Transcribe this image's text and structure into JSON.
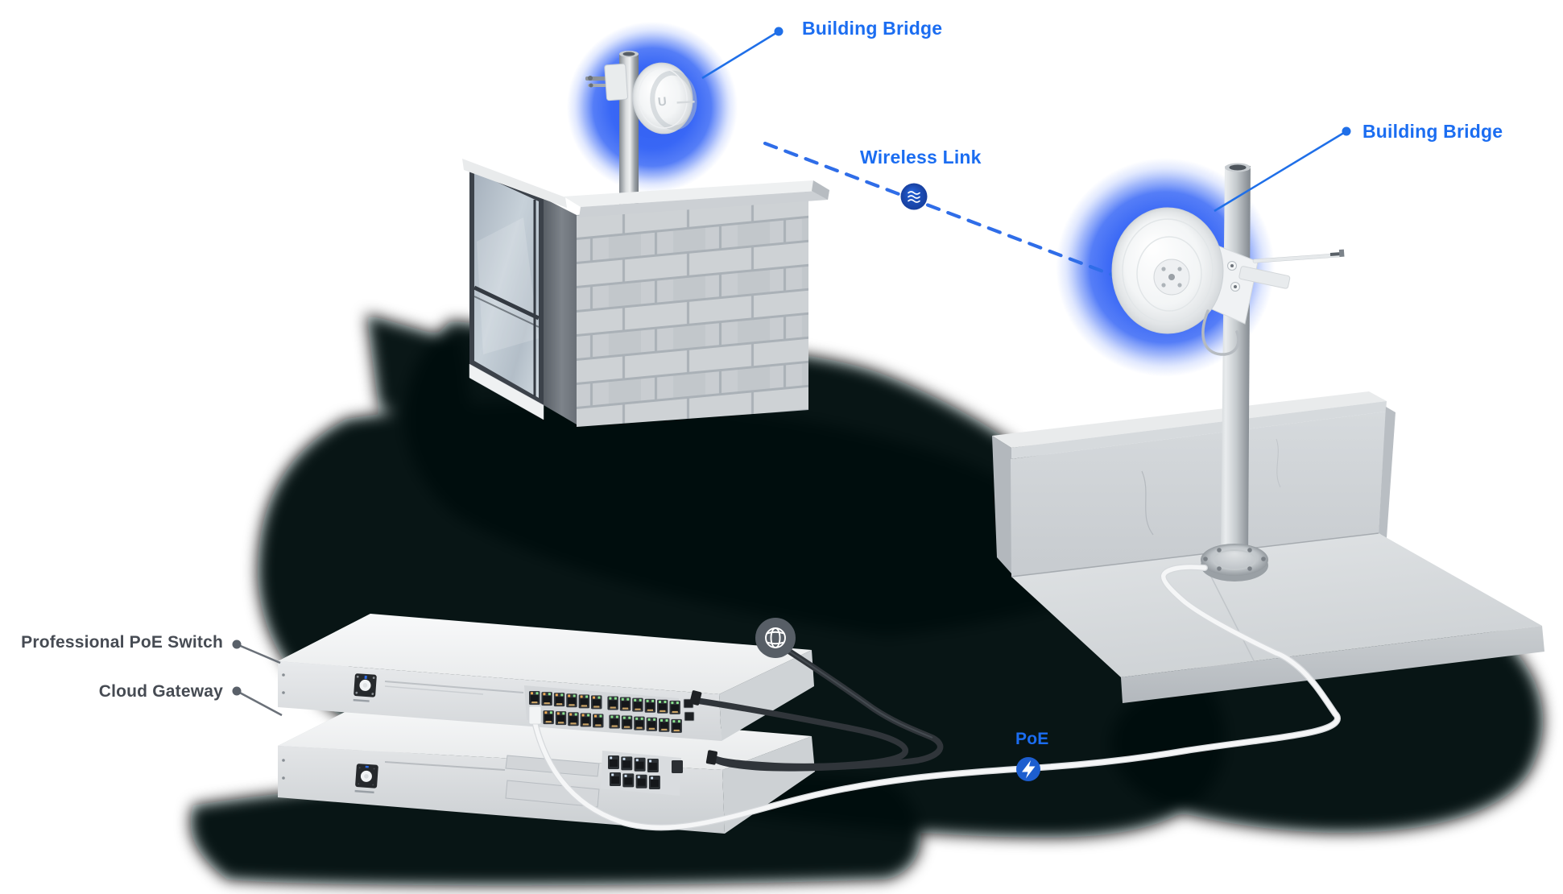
{
  "title": "Building Bridge wireless link network diagram",
  "labels": {
    "building_bridge_left": "Building Bridge",
    "building_bridge_right": "Building Bridge",
    "wireless_link": "Wireless Link",
    "poe": "PoE",
    "switch": "Professional PoE Switch",
    "gateway": "Cloud Gateway",
    "dish_logo": "U"
  },
  "icons": {
    "wireless_link_badge": "radio-waves-icon",
    "internet_badge": "globe-icon",
    "poe_badge": "lightning-bolt-icon"
  },
  "colors": {
    "label_blue": "#1b6df1",
    "link_dash_blue": "#2f6de8",
    "wireless_badge_blue": "#1d4fba",
    "poe_badge_blue": "#1d5ecf",
    "glow_blue": "#2e5ef5",
    "label_gray": "#464b53",
    "internet_badge_gray": "#575e66",
    "led_green": "#8be48f",
    "led_amber": "#f3ac55"
  },
  "devices": {
    "switch_port_rows": 2,
    "switch_ports_per_row": 12,
    "gateway_port_rows": 2,
    "gateway_ports_per_row": 4
  }
}
